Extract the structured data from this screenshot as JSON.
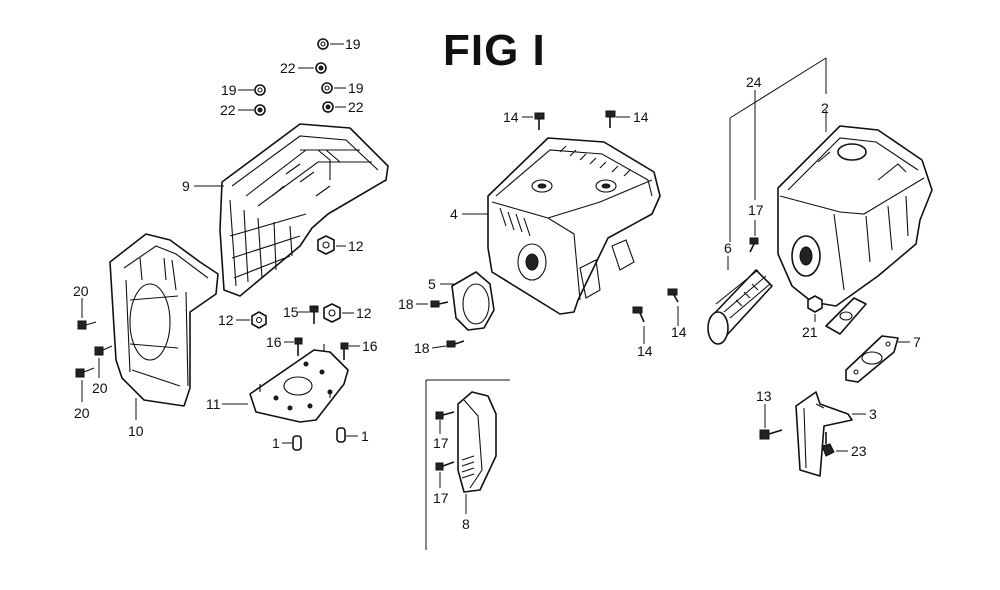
{
  "figure": {
    "title": "FIG I"
  },
  "callouts": {
    "c19a": "19",
    "c22a": "22",
    "c19b": "19",
    "c19c": "19",
    "c22b": "22",
    "c22c": "22",
    "c9": "9",
    "c12a": "12",
    "c12b": "12",
    "c15": "15",
    "c12c": "12",
    "c16a": "16",
    "c16b": "16",
    "c11": "11",
    "c1a": "1",
    "c1b": "1",
    "c20a": "20",
    "c20b": "20",
    "c20c": "20",
    "c10": "10",
    "c14a": "14",
    "c14b": "14",
    "c4": "4",
    "c5": "5",
    "c18a": "18",
    "c18b": "18",
    "c14c": "14",
    "c14d": "14",
    "c17a": "17",
    "c17b": "17",
    "c8a": "8",
    "c24": "24",
    "c2": "2",
    "c17c": "17",
    "c6": "6",
    "c21": "21",
    "c7": "7",
    "c13": "13",
    "c3": "3",
    "c23": "23"
  }
}
